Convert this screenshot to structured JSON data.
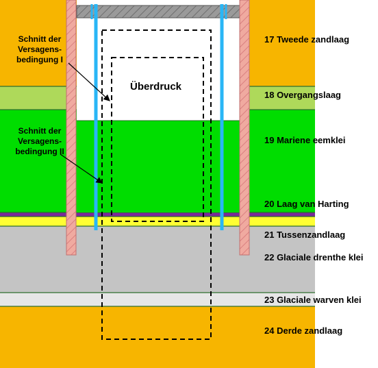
{
  "colors": {
    "sand": "#f7b500",
    "transition": "#aed95a",
    "clay": "#00dd00",
    "harting": "#7a2a9a",
    "tussenzand": "#ffff33",
    "glacial_clay": "#c4c4c4",
    "warven": "#e6e6e6",
    "pile": "#f0aaa0",
    "pile_hatch": "#d98080",
    "anchor": "#29b6f6",
    "outline": "#000000",
    "strut": "#8a8a8a"
  },
  "layers": [
    {
      "id": "17",
      "name": "17 Tweede zandlaag"
    },
    {
      "id": "18",
      "name": "18 Overgangslaag"
    },
    {
      "id": "19",
      "name": "19 Mariene eemklei"
    },
    {
      "id": "20",
      "name": "20 Laag van Harting"
    },
    {
      "id": "21",
      "name": "21 Tussenzandlaag"
    },
    {
      "id": "22",
      "name": "22 Glaciale drenthe klei"
    },
    {
      "id": "23",
      "name": "23 Glaciale warven klei"
    },
    {
      "id": "24",
      "name": "24 Derde zandlaag"
    }
  ],
  "annotations": {
    "overpressure": "Überdruck",
    "section_one": [
      "Schnitt der",
      "Versagens-",
      "bedingung I"
    ],
    "section_two": [
      "Schnitt der",
      "Versagens-",
      "bedingung II"
    ]
  },
  "icons": [
    "pile-wall",
    "anchor-tube",
    "strut-beam",
    "failure-boundary",
    "arrow"
  ]
}
